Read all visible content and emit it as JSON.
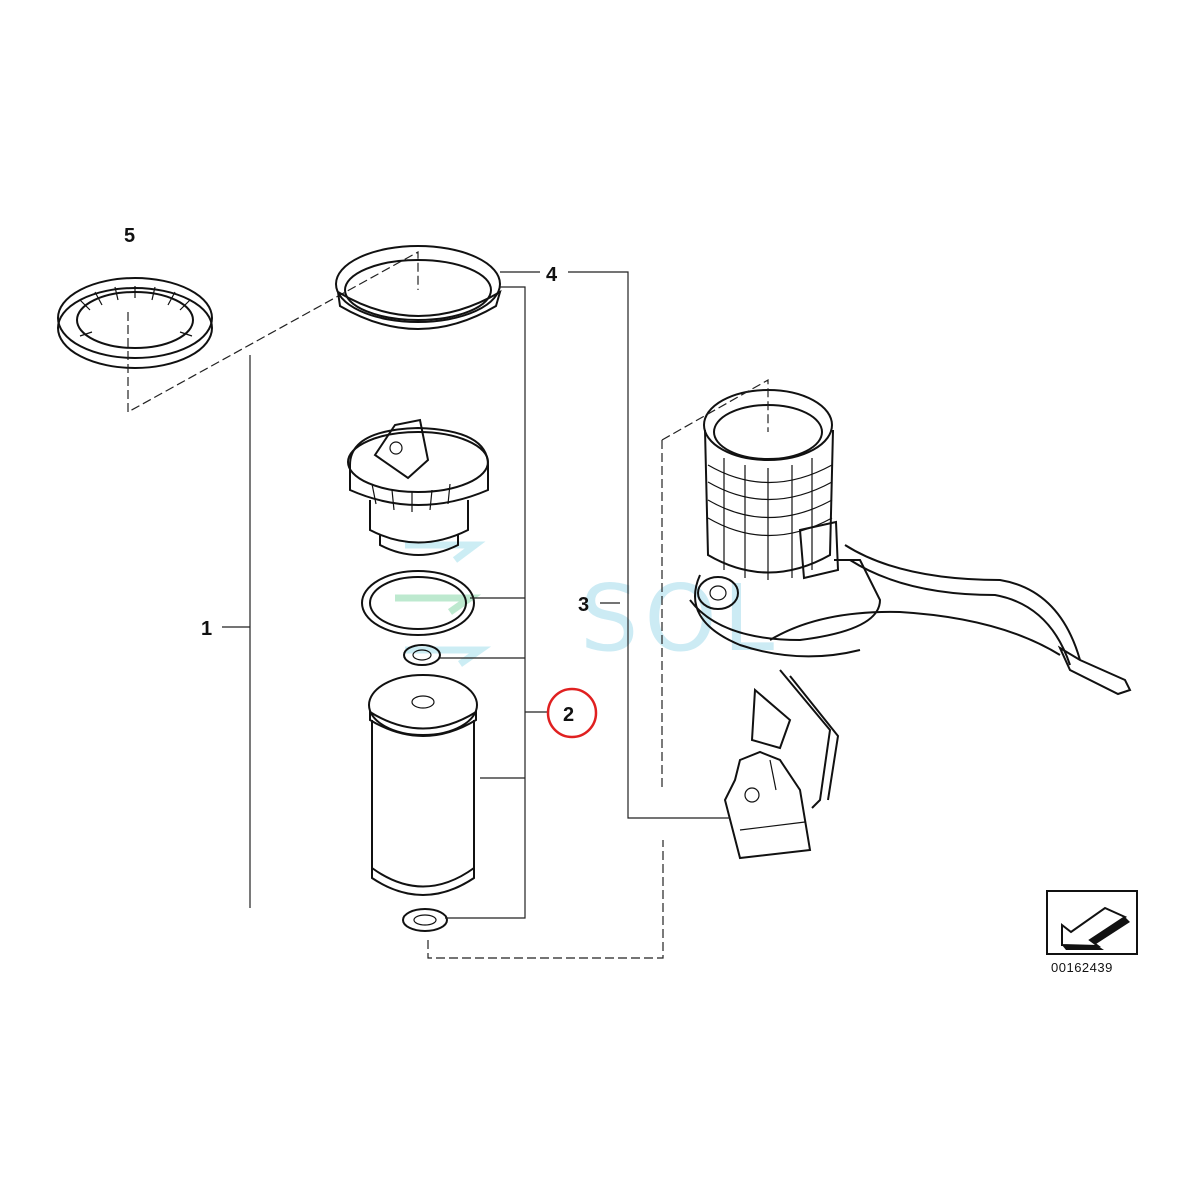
{
  "callouts": {
    "item_1": "1",
    "item_2": "2",
    "item_3": "3",
    "item_4": "4",
    "item_5": "5"
  },
  "highlight": {
    "item": "2",
    "color": "#e02020"
  },
  "watermark": "SOL",
  "reference_number": "00162439",
  "icons": [
    "direction-arrow-icon"
  ]
}
